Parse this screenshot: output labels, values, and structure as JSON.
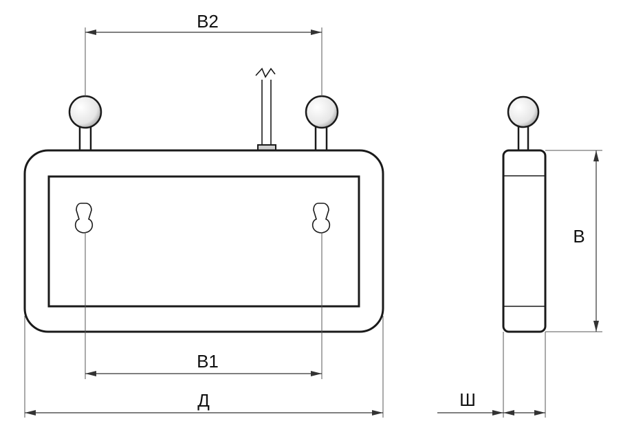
{
  "dimensions": {
    "b2": "B2",
    "b1": "B1",
    "length": "Д",
    "height": "B",
    "width": "Ш"
  }
}
